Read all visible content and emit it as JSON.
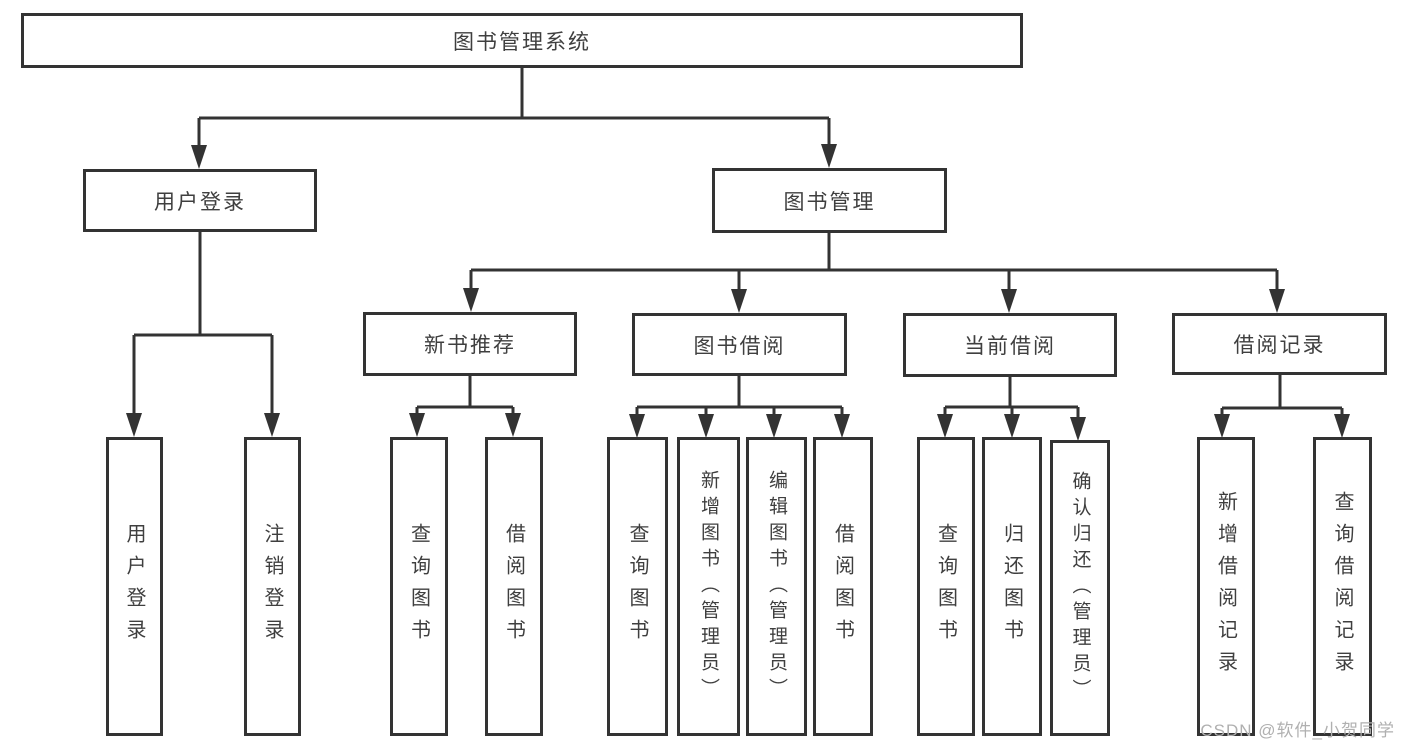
{
  "tree": {
    "root": {
      "label": "图书管理系统"
    },
    "branches": [
      {
        "label": "用户登录",
        "children": [
          {
            "label": "用户登录"
          },
          {
            "label": "注销登录"
          }
        ]
      },
      {
        "label": "图书管理",
        "children": [
          {
            "label": "新书推荐",
            "children": [
              {
                "label": "查询图书"
              },
              {
                "label": "借阅图书"
              }
            ]
          },
          {
            "label": "图书借阅",
            "children": [
              {
                "label": "查询图书"
              },
              {
                "label": "新增图书（管理员）"
              },
              {
                "label": "编辑图书（管理员）"
              },
              {
                "label": "借阅图书"
              }
            ]
          },
          {
            "label": "当前借阅",
            "children": [
              {
                "label": "查询图书"
              },
              {
                "label": "归还图书"
              },
              {
                "label": "确认归还（管理员）"
              }
            ]
          },
          {
            "label": "借阅记录",
            "children": [
              {
                "label": "新增借阅记录"
              },
              {
                "label": "查询借阅记录"
              }
            ]
          }
        ]
      }
    ]
  },
  "watermark": {
    "text": "CSDN @软件_小贺同学"
  },
  "colors": {
    "line": "#333333",
    "text": "#3f3f3f",
    "watermark": "#b0b0b0",
    "background": "#ffffff"
  }
}
